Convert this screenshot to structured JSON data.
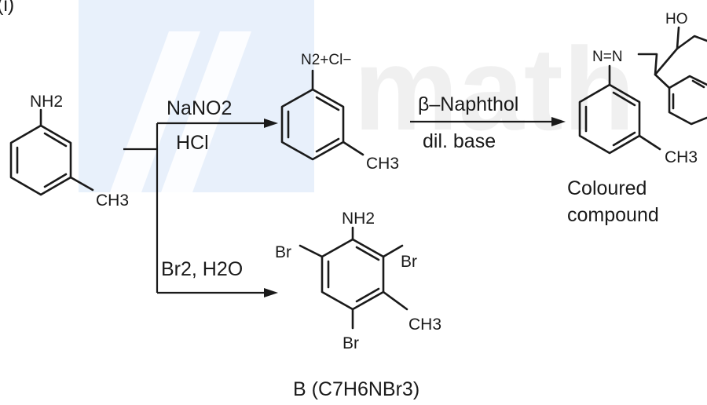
{
  "corner_label": "(i)",
  "watermark_text": "math",
  "starting_material": {
    "substituent_top": "NH2",
    "substituent_methyl": "CH3"
  },
  "reaction_1": {
    "reagent_top": "NaNO2",
    "reagent_bottom": "HCl"
  },
  "diazonium_salt": {
    "group": "N2+Cl−",
    "methyl": "CH3"
  },
  "reaction_2": {
    "reagent_top": "β–Naphthol",
    "reagent_bottom": "dil. base"
  },
  "azo_dye": {
    "hydroxyl": "HO",
    "azo_group": "N=N",
    "methyl": "CH3",
    "caption_line1": "Coloured",
    "caption_line2": "compound"
  },
  "reaction_3": {
    "reagent": "Br2, H2O"
  },
  "product_b": {
    "amine": "NH2",
    "br_left": "Br",
    "br_right": "Br",
    "br_bottom": "Br",
    "methyl": "CH3",
    "caption": "B (C7H6NBr3)"
  }
}
